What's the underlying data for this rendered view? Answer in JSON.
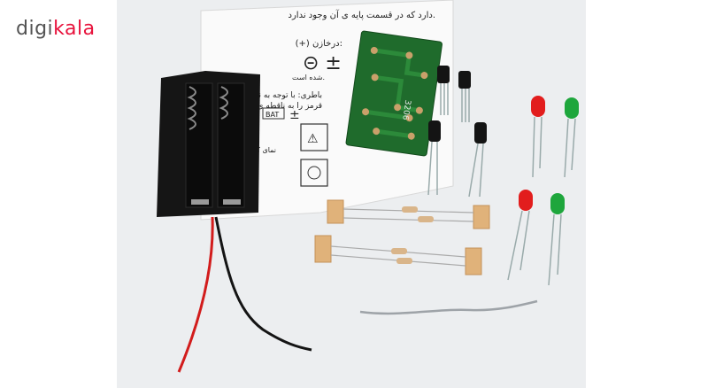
{
  "logo": {
    "part1": "digi",
    "part2": "kala"
  },
  "colors": {
    "brand": "#e8123c",
    "logo_gray": "#545454",
    "pcb_green": "#1f6b2c",
    "led_red": "#e21d1d",
    "led_green": "#1ea63c"
  },
  "instruction_sheet": {
    "line1": "دارد که در قسمت پایه ی آن وجود ندارد.",
    "line2": "(+) درخازن:",
    "line3": "شده است.",
    "line4": "باطری: با توجه به نقشه مدار پایین",
    "line5": "قرمز را به ناقطه ی + و سیم مشکی",
    "bat_label": "BAT",
    "line6": "نمای کلی مد"
  },
  "pcb_label": "3206"
}
